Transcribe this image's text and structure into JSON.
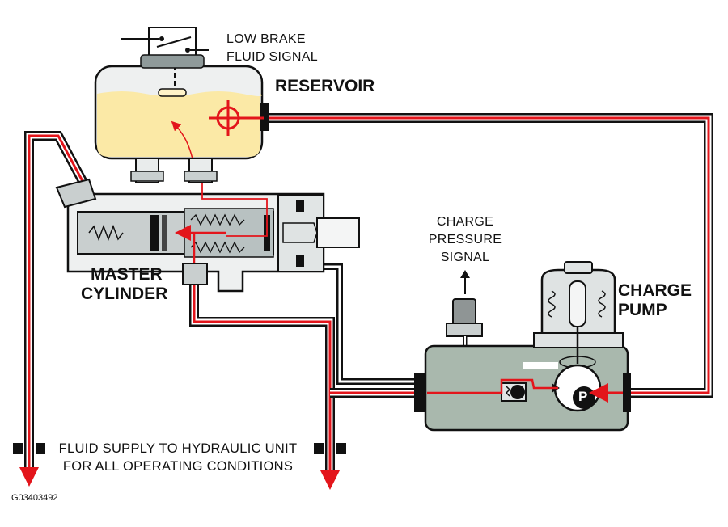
{
  "labels": {
    "low_brake_fluid_signal": [
      "LOW BRAKE",
      "FLUID SIGNAL"
    ],
    "reservoir": "RESERVOIR",
    "master_cylinder": [
      "MASTER",
      "CYLINDER"
    ],
    "charge_pressure_signal": [
      "CHARGE",
      "PRESSURE",
      "SIGNAL"
    ],
    "charge_pump": [
      "CHARGE",
      "PUMP"
    ],
    "fluid_supply": [
      "FLUID SUPPLY TO HYDRAULIC UNIT",
      "FOR ALL OPERATING CONDITIONS"
    ],
    "pump_symbol": "P",
    "figure_code": "G03403492"
  },
  "colors": {
    "fluid_line": "#e3151b",
    "pipe": "#111111",
    "reservoir_fluid": "#fbe9a6",
    "body_grey": "#c9cfcf",
    "pump_body": "#a9b8ad",
    "pump_dome": "#dfe3e3"
  }
}
